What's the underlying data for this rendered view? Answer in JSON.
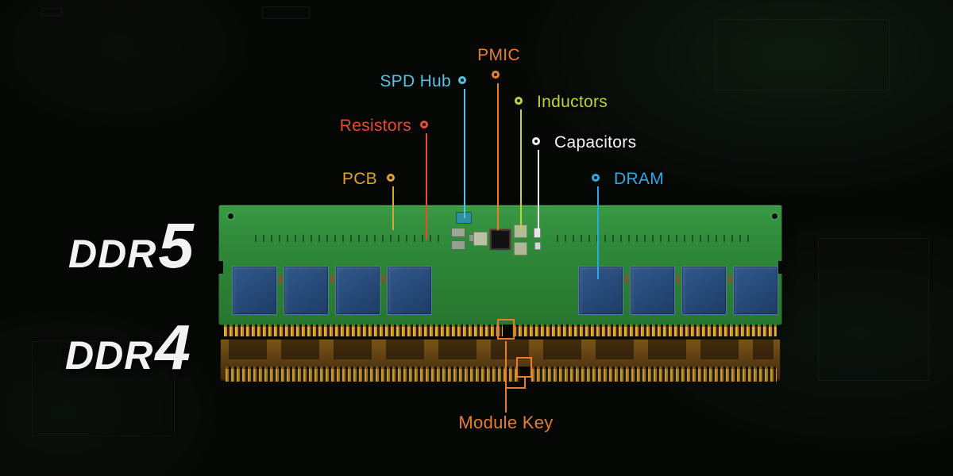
{
  "title": "DDR5 vs DDR4 memory module component diagram",
  "background_color": "#060806",
  "module_labels": {
    "ddr5": {
      "prefix": "DDR",
      "number": "5"
    },
    "ddr4": {
      "prefix": "DDR",
      "number": "4"
    }
  },
  "callouts": {
    "pmic": {
      "label": "PMIC",
      "color": "#e87d2e"
    },
    "spd_hub": {
      "label": "SPD Hub",
      "color": "#56c3e4"
    },
    "inductors": {
      "label": "Inductors",
      "color": "#c0d336"
    },
    "capacitors": {
      "label": "Capacitors",
      "color": "#f5f5f5"
    },
    "resistors": {
      "label": "Resistors",
      "color": "#ea4a33"
    },
    "pcb": {
      "label": "PCB",
      "color": "#dfa32b"
    },
    "dram": {
      "label": "DRAM",
      "color": "#2da9e1"
    },
    "module_key": {
      "label": "Module Key",
      "color": "#e87d2e"
    }
  },
  "board_colors": {
    "ddr5_pcb_green": "#2f8a3a",
    "dram_chip_blue": "#2a4f80",
    "pin_gold": "#d7a12e",
    "ddr4_pcb_brown": "#5e3f12"
  }
}
